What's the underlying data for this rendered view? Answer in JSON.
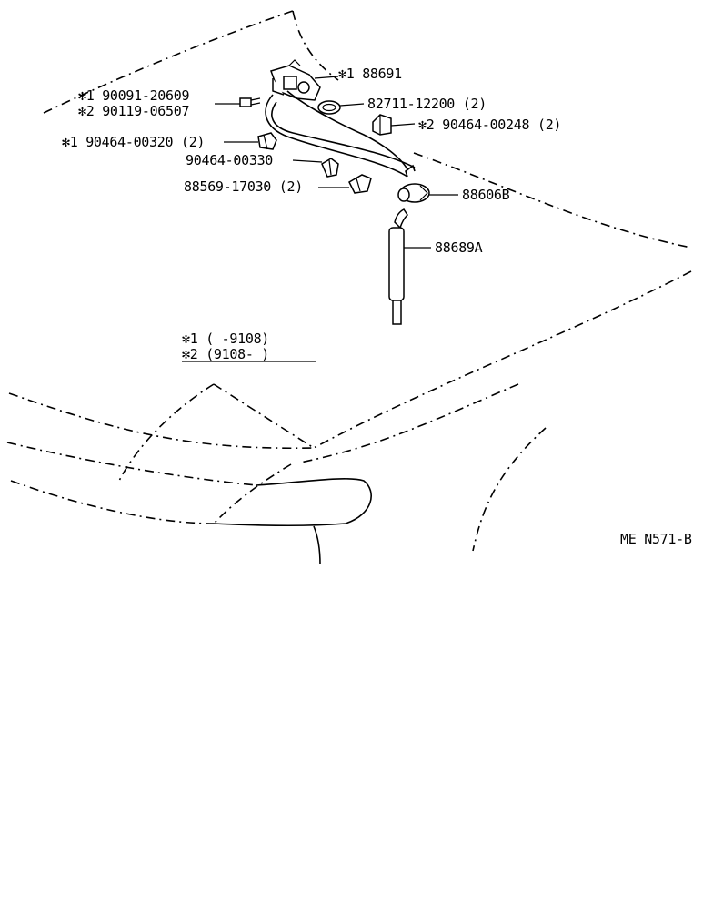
{
  "labels": {
    "p88691": "✻1 88691",
    "p90091": "✻1  90091-20609",
    "p90119": "✻2  90119-06507",
    "p82711": "82711-12200 (2)",
    "p90464_248": "✻2  90464-00248 (2)",
    "p90464_320": "✻1  90464-00320 (2)",
    "p90464_330": "90464-00330",
    "p88569": "88569-17030 (2)",
    "p88606": "88606B",
    "p88689": "88689A"
  },
  "legend": {
    "line1": "✻1  (      -9108)",
    "line2": "✻2  (9108-      )"
  },
  "figure_code": "ME N571-B"
}
